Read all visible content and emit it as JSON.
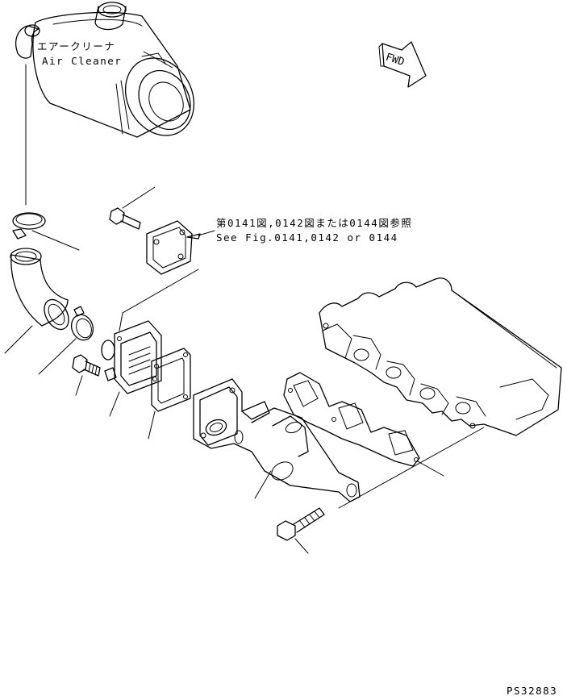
{
  "labels": {
    "air_cleaner_ja": "エアークリーナ",
    "air_cleaner_en": "Air Cleaner",
    "see_fig_ja": "第0141図,0142図または0144図参照",
    "see_fig_en": "See Fig.0141,0142 or 0144",
    "fwd": "FWD",
    "drawing_id": "PS32883"
  }
}
